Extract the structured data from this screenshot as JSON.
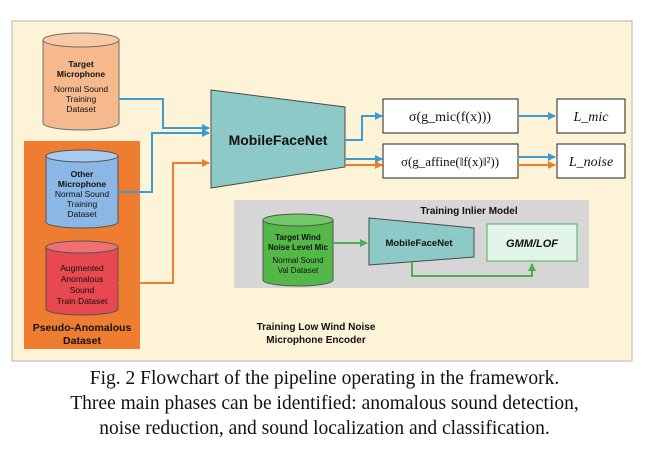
{
  "diagram": {
    "target_mic_title_1": "Target",
    "target_mic_title_2": "Microphone",
    "target_mic_sub_1": "Normal Sound",
    "target_mic_sub_2": "Training",
    "target_mic_sub_3": "Dataset",
    "other_mic_title_1": "Other",
    "other_mic_title_2": "Microphone",
    "other_mic_sub_1": "Normal Sound",
    "other_mic_sub_2": "Training",
    "other_mic_sub_3": "Dataset",
    "augmented_1": "Augmented",
    "augmented_2": "Anomalous",
    "augmented_3": "Sound",
    "augmented_4": "Train Dataset",
    "pseudo_label_1": "Pseudo-Anomalous",
    "pseudo_label_2": "Dataset",
    "encoder_label": "MobileFaceNet",
    "sigma_mic": "σ(g_mic(f(x)))",
    "sigma_affine": "σ(g_affine(‖f(x)‖²))",
    "loss_mic": "L_mic",
    "loss_noise": "L_noise",
    "inlier_title": "Training Inlier Model",
    "wind_title_1": "Target Wind",
    "wind_title_2": "Noise Level Mic",
    "wind_sub_1": "Normal Sound",
    "wind_sub_2": "Val Dataset",
    "inlier_encoder_label": "MobileFaceNet",
    "gmm_label": "GMM/LOF",
    "encoder_caption_1": "Training Low Wind Noise",
    "encoder_caption_2": "Microphone Encoder"
  },
  "caption": {
    "line1": "Fig. 2   Flowchart of the pipeline operating in the framework.",
    "line2": "Three main phases can be identified: anomalous sound detection,",
    "line3": "noise reduction, and sound localization and classification."
  },
  "colors": {
    "background_panel": "#fdf3d6",
    "cylinder_orange": "#f6b98e",
    "cylinder_blue": "#8bb7e6",
    "cylinder_red": "#e8484f",
    "cylinder_green": "#54b848",
    "pseudo_box": "#ee7d31",
    "encoder_teal": "#8dc9c6",
    "inlier_panel": "#d6d6d6",
    "gmm_box": "#e3f5ea",
    "arrow_blue": "#3b9bd5",
    "arrow_orange": "#ef7d2f",
    "arrow_green": "#4caf50"
  }
}
